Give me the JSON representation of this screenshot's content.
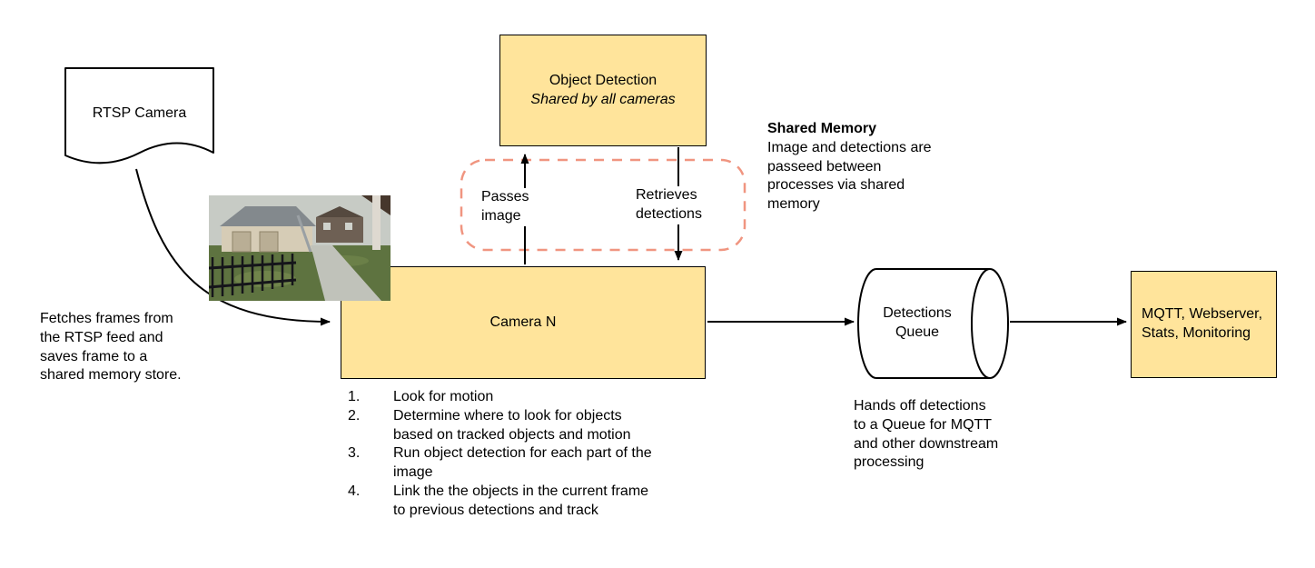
{
  "diagram": {
    "colors": {
      "node_fill": "#ffe49b",
      "dashed_border": "#f09580"
    },
    "rtsp": {
      "label": "RTSP Camera"
    },
    "fetch_note": "Fetches frames from the RTSP feed and saves frame to a shared memory store.",
    "object_detection": {
      "title": "Object Detection",
      "subtitle": "Shared by all cameras"
    },
    "shared_memory_flow": {
      "passes_label": "Passes image",
      "retrieves_label": "Retrieves detections",
      "title": "Shared Memory",
      "body": "Image and detections are passeed between processes via shared memory"
    },
    "camera": {
      "label": "Camera N",
      "steps": [
        {
          "n": "1.",
          "text": "Look for motion"
        },
        {
          "n": "2.",
          "text": "Determine where to look for objects based on tracked objects and motion"
        },
        {
          "n": "3.",
          "text": "Run object detection for each part of the image"
        },
        {
          "n": "4.",
          "text": "Link the the objects in the current frame to previous detections and track"
        }
      ]
    },
    "queue": {
      "label": "Detections Queue",
      "note": "Hands off detections to a Queue for MQTT and other downstream processing"
    },
    "outputs": {
      "label": "MQTT, Webserver, Stats, Monitoring"
    }
  }
}
